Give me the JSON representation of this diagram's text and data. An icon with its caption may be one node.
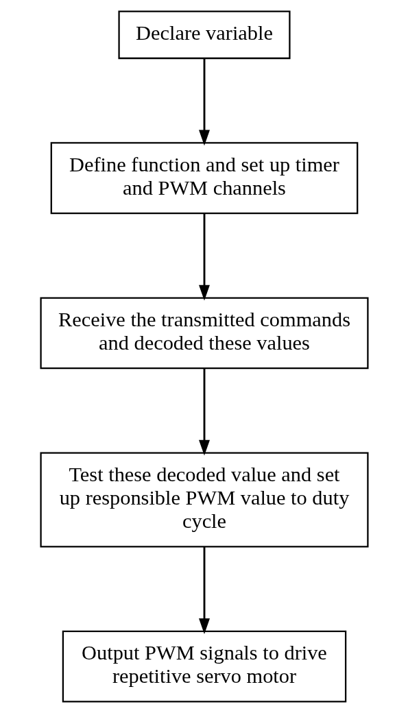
{
  "diagram": {
    "nodes": [
      {
        "text": [
          "Declare variable"
        ]
      },
      {
        "text": [
          "Define function and set up timer and PWM channels"
        ]
      },
      {
        "text": [
          "Receive the transmitted commands and decoded these values"
        ]
      },
      {
        "text": [
          "Test these decoded value and set up responsible PWM value to duty cycle"
        ]
      },
      {
        "text": [
          "Output PWM signals to drive repetitive servo motor"
        ]
      }
    ],
    "edges": [
      {
        "from": 0,
        "to": 1,
        "arrow": "to"
      },
      {
        "from": 1,
        "to": 2,
        "arrow": "to"
      },
      {
        "from": 2,
        "to": 3,
        "arrow": "to"
      },
      {
        "from": 3,
        "to": 4,
        "arrow": "to"
      }
    ]
  }
}
